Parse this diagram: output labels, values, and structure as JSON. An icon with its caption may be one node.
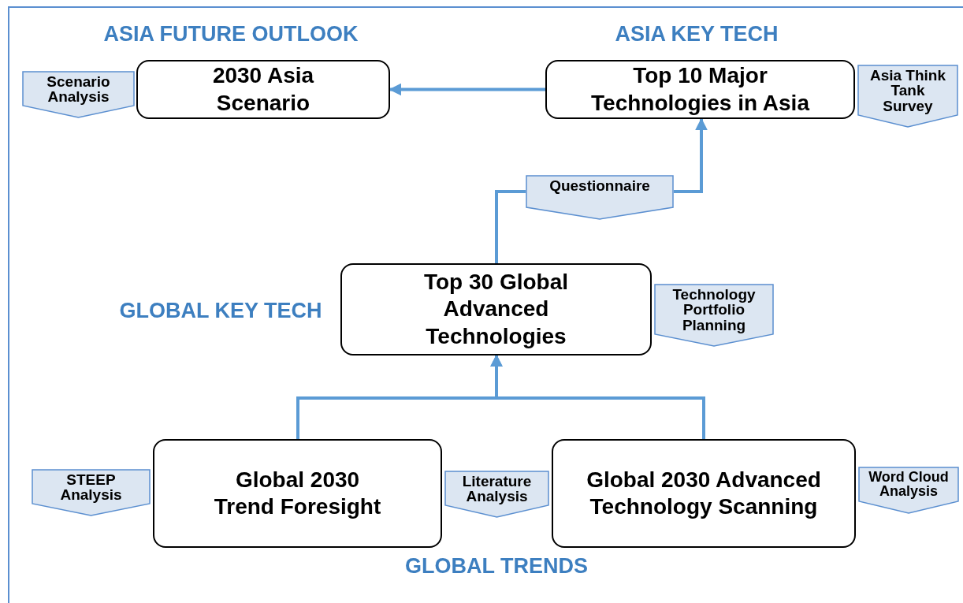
{
  "diagram": {
    "nodes": [
      {
        "text": [
          "2030 Asia Scenario"
        ]
      },
      {
        "text": [
          "Scenario Analysis"
        ]
      },
      {
        "text": [
          "Top 10 Major Technologies in Asia"
        ]
      },
      {
        "text": [
          "Asia Think Tank Survey"
        ]
      },
      {
        "text": [
          "Questionnaire"
        ]
      },
      {
        "text": [
          "Top 30 Global Advanced Technologies"
        ]
      },
      {
        "text": [
          "Technology Portfolio Planning"
        ]
      },
      {
        "text": [
          "Global 2030 Trend Foresight"
        ]
      },
      {
        "text": [
          "STEEP Analysis"
        ]
      },
      {
        "text": [
          "Literature Analysis"
        ]
      },
      {
        "text": [
          "Global 2030 Advanced Technology Scanning"
        ]
      },
      {
        "text": [
          "Word Cloud Analysis"
        ]
      }
    ],
    "edges": [
      {
        "from": 2,
        "to": 0,
        "arrow": "to"
      },
      {
        "from": 5,
        "to": 4,
        "arrow": "none"
      },
      {
        "from": 4,
        "to": 2,
        "arrow": "to"
      },
      {
        "from": 7,
        "to": 5,
        "arrow": "to"
      },
      {
        "from": 10,
        "to": 5,
        "arrow": "to"
      }
    ],
    "labels": [
      "ASIA FUTURE OUTLOOK",
      "ASIA KEY TECH",
      "GLOBAL KEY TECH",
      "GLOBAL TRENDS"
    ]
  }
}
